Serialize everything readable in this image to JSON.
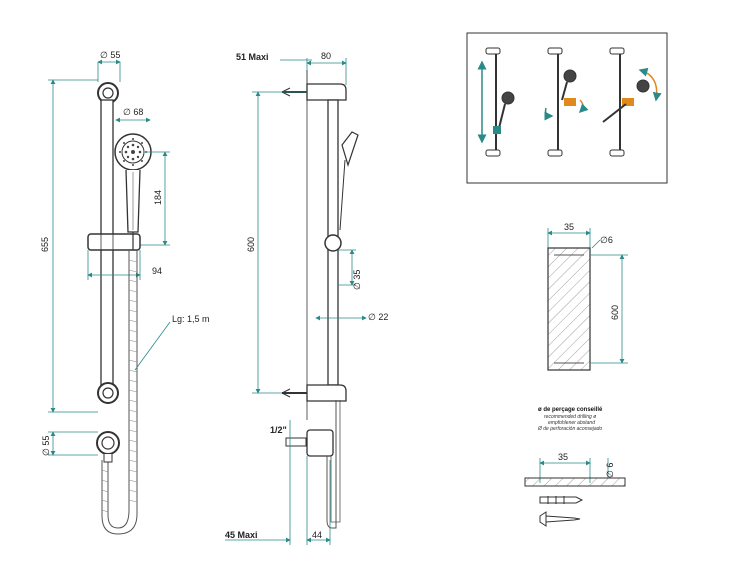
{
  "front_view": {
    "d_top": "∅ 55",
    "d_head": "∅ 68",
    "h_total": "655",
    "h_head": "184",
    "w_slider": "94",
    "hose_len": "Lg: 1,5 m",
    "d_outlet": "∅ 55"
  },
  "side_view": {
    "maxi_top": "51 Maxi",
    "w_top": "80",
    "h_bar": "600",
    "d_slider": "∅ 35",
    "d_bar": "∅ 22",
    "thread": "1/2\"",
    "maxi_bottom": "45 Maxi",
    "w_bottom": "44"
  },
  "template": {
    "w": "35",
    "d": "∅6",
    "h": "600"
  },
  "drilling": {
    "title": "ø de perçage conseillé",
    "en": "recommended drilling ø",
    "de": "empfohlener abstand",
    "es": "Ø de perforación aconsejado",
    "w": "35",
    "d": "∅ 6"
  }
}
